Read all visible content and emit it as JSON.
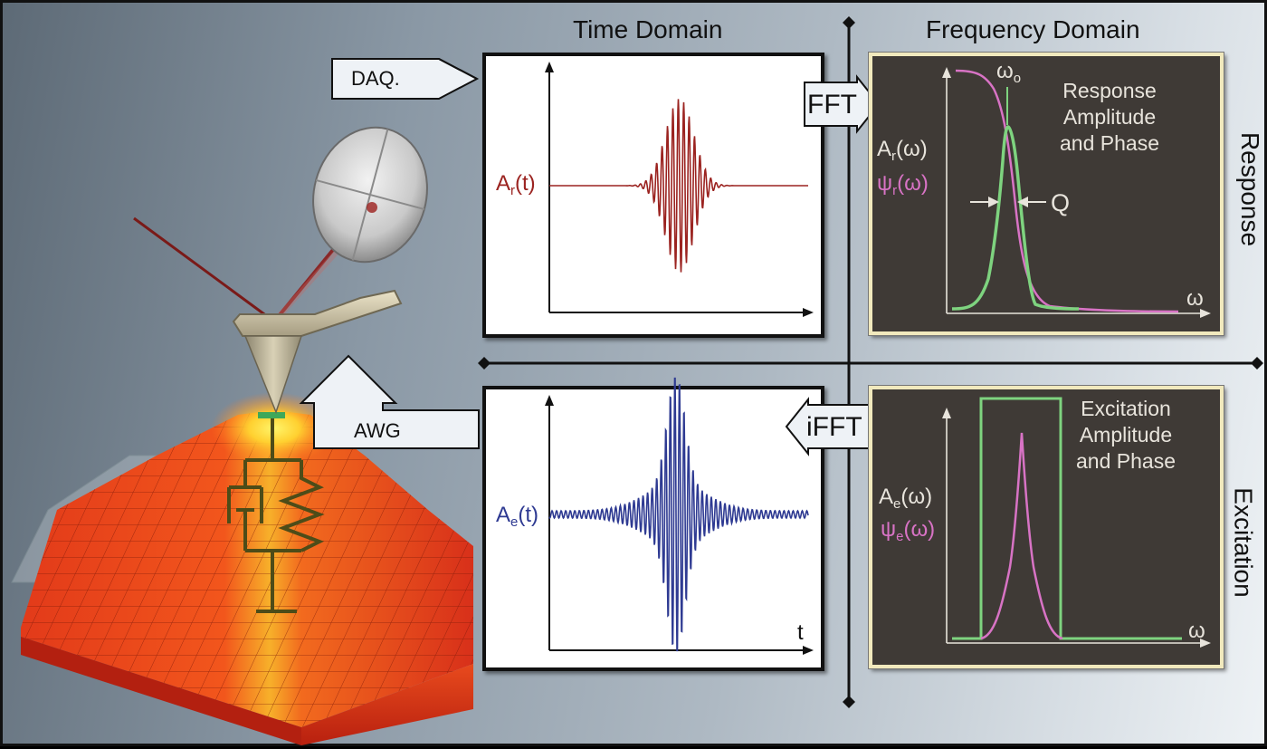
{
  "headers": {
    "time": "Time Domain",
    "frequency": "Frequency Domain"
  },
  "side_labels": {
    "response": "Response",
    "excitation": "Excitation"
  },
  "callouts": {
    "daq": "DAQ.",
    "awg": "AWG",
    "fft": "FFT",
    "ifft": "iFFT"
  },
  "response_time": {
    "label": "A",
    "sub": "r",
    "arg": "(t)",
    "color": "#9b2320"
  },
  "excitation_time": {
    "label": "A",
    "sub": "e",
    "arg": "(t)",
    "color": "#2e3a92",
    "axis_label": "t"
  },
  "response_freq": {
    "text_lines": [
      "Response",
      "Amplitude",
      "and Phase"
    ],
    "amp": {
      "label": "A",
      "sub": "r",
      "arg": "(ω)"
    },
    "phase": {
      "label": "ψ",
      "sub": "r",
      "arg": "(ω)"
    },
    "peak": {
      "label": "ω",
      "sub": "o"
    },
    "q_label": "Q",
    "axis_label": "ω"
  },
  "excitation_freq": {
    "text_lines": [
      "Excitation",
      "Amplitude",
      "and Phase"
    ],
    "amp": {
      "label": "A",
      "sub": "e",
      "arg": "(ω)"
    },
    "phase": {
      "label": "ψ",
      "sub": "e",
      "arg": "(ω)"
    },
    "axis_label": "ω"
  },
  "colors": {
    "amplitude": "#7ed37f",
    "phase": "#d873c5",
    "label_light": "#e8e4dc",
    "phase_label": "#d873c5"
  }
}
